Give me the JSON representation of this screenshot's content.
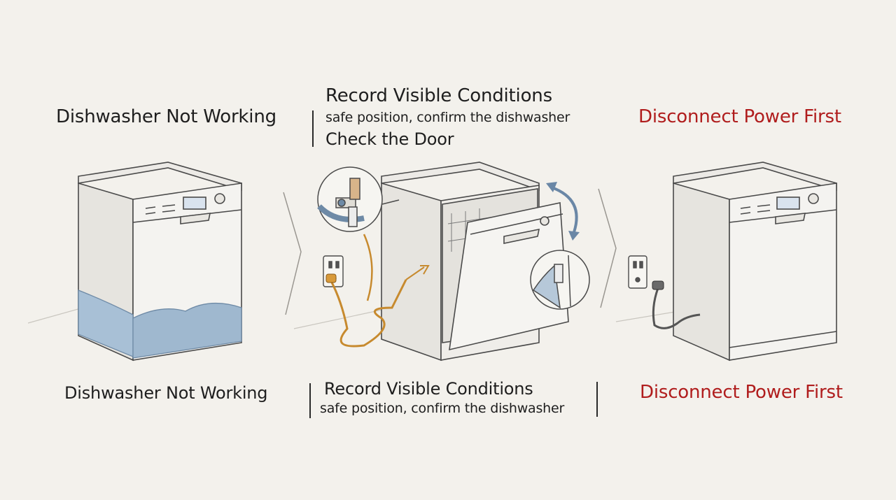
{
  "panels": {
    "left": {
      "title": "Dishwasher Not Working",
      "caption": "Dishwasher Not Working"
    },
    "middle": {
      "heading": "Record Visible Conditions",
      "subline": "safe position, confirm the dishwasher",
      "step": "Check the Door",
      "caption_heading": "Record Visible Conditions",
      "caption_subline": "safe position, confirm the dishwasher"
    },
    "right": {
      "title": "Disconnect Power First",
      "caption": "Disconnect Power First"
    }
  },
  "colors": {
    "background": "#f3f1ec",
    "warning_text": "#b01d1d",
    "water": "#9fb8cf",
    "cord_orange": "#d89a3a",
    "arrow_blue": "#6a87a6"
  }
}
